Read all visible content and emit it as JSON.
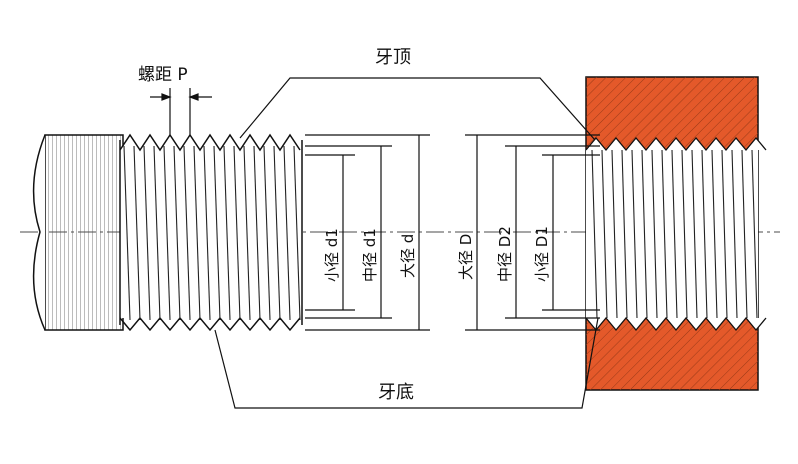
{
  "labels": {
    "pitch": "螺距 P",
    "crest": "牙顶",
    "root": "牙底",
    "bolt_minor": "小径 d1",
    "bolt_pitch": "中径 d1",
    "bolt_major": "大径 d",
    "nut_major": "大径 D",
    "nut_pitch": "中径 D2",
    "nut_minor": "小径 D1"
  },
  "colors": {
    "nut_fill": "#E4592A",
    "line": "#111111"
  }
}
